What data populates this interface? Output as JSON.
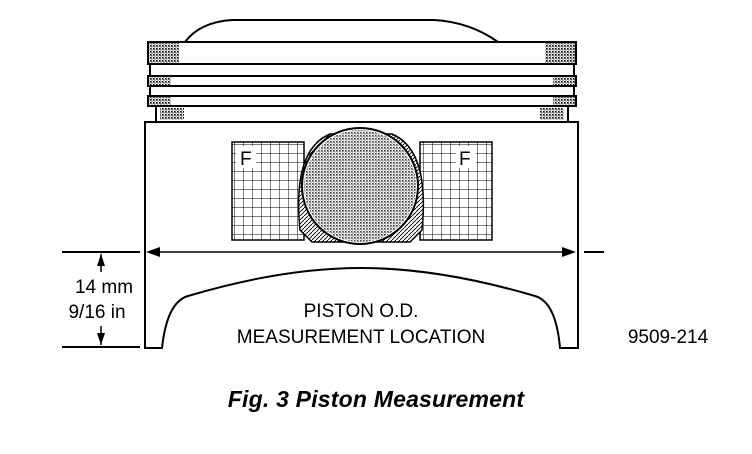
{
  "diagram": {
    "dimension_metric": "14 mm",
    "dimension_imperial": "9/16 in",
    "location_line1": "PISTON O.D.",
    "location_line2": "MEASUREMENT LOCATION",
    "figure_number": "9509-214",
    "pin_boss_marks": [
      "F",
      "F"
    ]
  },
  "caption": "Fig. 3 Piston Measurement"
}
